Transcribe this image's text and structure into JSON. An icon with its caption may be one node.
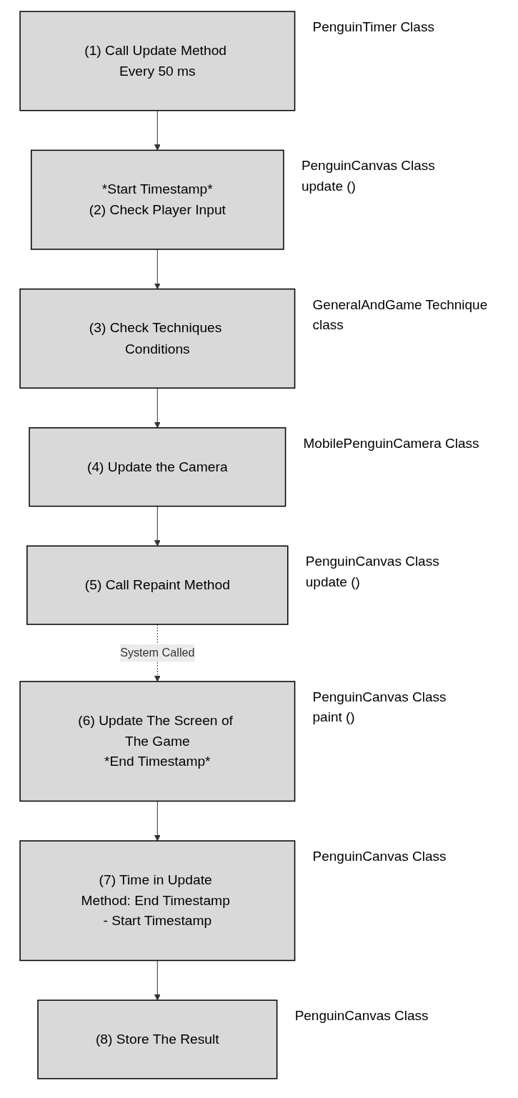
{
  "diagram": {
    "nodes": [
      {
        "text": [
          "(1) Call Update Method Every 50 ms"
        ],
        "beside": [
          "PenguinTimer Class"
        ]
      },
      {
        "text": [
          "*Start Timestamp*",
          "(2) Check Player Input"
        ],
        "beside": [
          "PenguinCanvas Class",
          "update ()"
        ]
      },
      {
        "text": [
          "(3) Check Techniques Conditions"
        ],
        "beside": [
          "GeneralAndGame Technique class"
        ]
      },
      {
        "text": [
          "(4) Update the Camera"
        ],
        "beside": [
          "MobilePenguinCamera Class"
        ]
      },
      {
        "text": [
          "(5) Call Repaint Method"
        ],
        "beside": [
          "PenguinCanvas Class",
          "update ()"
        ]
      },
      {
        "text": [
          "(6) Update The Screen of The Game",
          "*End Timestamp*"
        ],
        "beside": [
          "PenguinCanvas Class",
          "paint ()"
        ]
      },
      {
        "text": [
          "(7) Time in Update Method: End Timestamp - Start Timestamp"
        ],
        "beside": [
          "PenguinCanvas Class"
        ]
      },
      {
        "text": [
          "(8) Store The Result"
        ],
        "beside": [
          "PenguinCanvas Class"
        ]
      }
    ],
    "edges": [
      {
        "from": 0,
        "to": 1,
        "arrow": "to"
      },
      {
        "from": 1,
        "to": 2,
        "arrow": "to"
      },
      {
        "from": 2,
        "to": 3,
        "arrow": "to"
      },
      {
        "from": 3,
        "to": 4,
        "arrow": "to"
      },
      {
        "from": 4,
        "to": 5,
        "arrow": "to",
        "style": "dashed",
        "label": "System Called"
      },
      {
        "from": 5,
        "to": 6,
        "arrow": "to"
      },
      {
        "from": 6,
        "to": 7,
        "arrow": "to"
      }
    ]
  }
}
